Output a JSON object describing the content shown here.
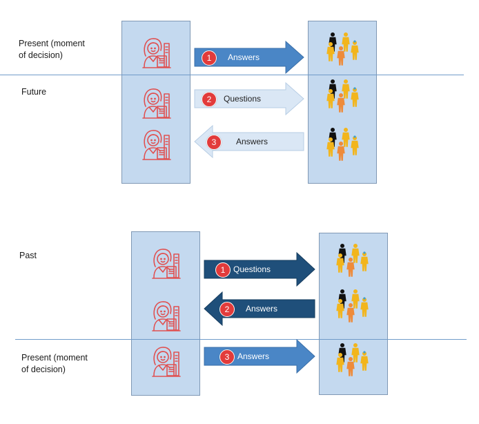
{
  "top": {
    "present_label": "Present (moment\nof decision)",
    "future_label": "Future",
    "arrows": [
      {
        "num": "1",
        "text": "Answers"
      },
      {
        "num": "2",
        "text": "Questions"
      },
      {
        "num": "3",
        "text": "Answers"
      }
    ]
  },
  "bottom": {
    "past_label": "Past",
    "present_label": "Present (moment\nof decision)",
    "arrows": [
      {
        "num": "1",
        "text": "Questions"
      },
      {
        "num": "2",
        "text": "Answers"
      },
      {
        "num": "3",
        "text": "Answers"
      }
    ]
  },
  "colors": {
    "column_fill": "#c4d9ef",
    "arrow_mid_blue": "#4a86c6",
    "arrow_light_blue": "#dae7f5",
    "arrow_dark_blue": "#1f4f7a",
    "badge_red": "#e23b3b",
    "person_icon": "#e05050",
    "group_black": "#111111",
    "group_yellow": "#f2b51c",
    "group_orange": "#ee8b3a"
  },
  "icons": [
    "decision-maker-icon",
    "stakeholder-group-icon"
  ]
}
